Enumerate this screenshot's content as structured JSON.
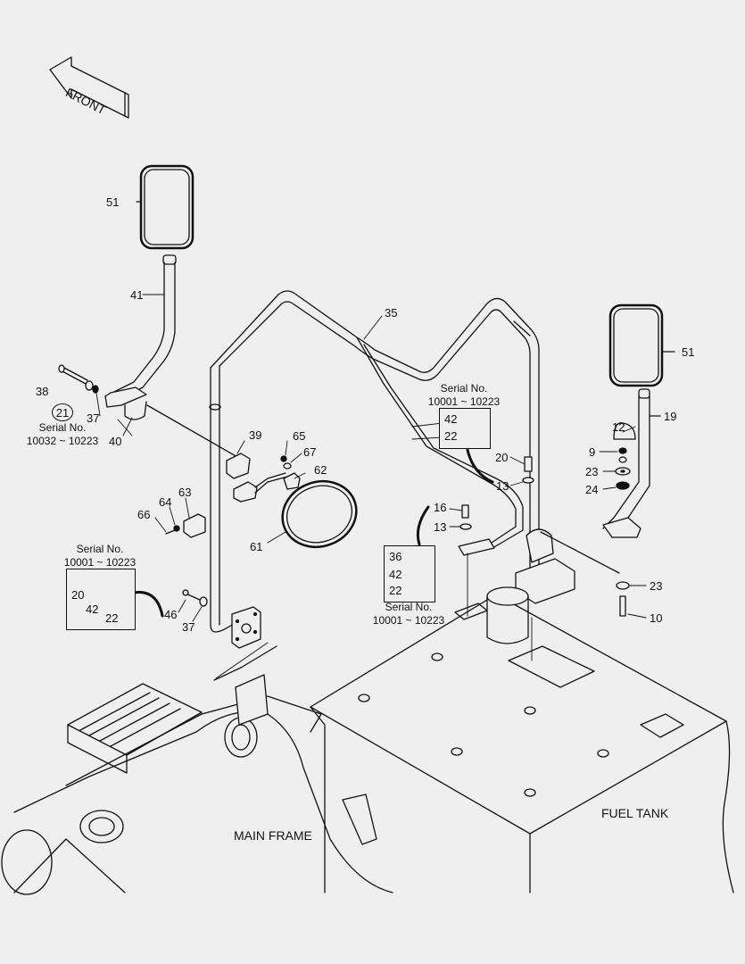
{
  "front_label": "FRONT",
  "areas": {
    "main_frame": "MAIN FRAME",
    "fuel_tank": "FUEL TANK"
  },
  "serial": {
    "left_upper": {
      "line1": "Serial No.",
      "line2": "10032 ~ 10223"
    },
    "left_box": {
      "line1": "Serial No.",
      "line2": "10001 ~ 10223"
    },
    "center_top_box": {
      "line1": "Serial No.",
      "line2": "10001 ~ 10223"
    },
    "center_low_box": {
      "line1": "Serial No.",
      "line2": "10001 ~ 10223"
    }
  },
  "parts": {
    "p51_left": "51",
    "p41": "41",
    "p38": "38",
    "p21": "21",
    "p37a": "37",
    "p40": "40",
    "p39": "39",
    "p65": "65",
    "p67": "67",
    "p62": "62",
    "p63": "63",
    "p64": "64",
    "p66": "66",
    "p61": "61",
    "p20a": "20",
    "p42a": "42",
    "p22a": "22",
    "p46": "46",
    "p37b": "37",
    "p35": "35",
    "p42b": "42",
    "p22b": "22",
    "p20b": "20",
    "p13a": "13",
    "p16": "16",
    "p13b": "13",
    "p36": "36",
    "p42c": "42",
    "p22c": "22",
    "p51_right": "51",
    "p19": "19",
    "p12": "12",
    "p9": "9",
    "p23a": "23",
    "p24": "24",
    "p23b": "23",
    "p10": "10"
  }
}
